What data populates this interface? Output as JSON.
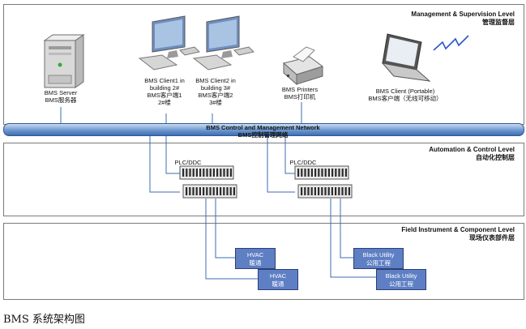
{
  "layers": {
    "management": {
      "title_en": "Management & Supervision Level",
      "title_cn": "管理监督层"
    },
    "automation": {
      "title_en": "Automation & Control Level",
      "title_cn": "自动化控制层"
    },
    "field": {
      "title_en": "Field Instrument & Component Level",
      "title_cn": "现场仪表部件层"
    }
  },
  "devices": {
    "server": {
      "line1": "BMS Server",
      "line2": "BMS服务器"
    },
    "client1": {
      "line1": "BMS Client1 in",
      "line2": "building 2#",
      "line3": "BMS客户端1",
      "line4": "2#楼"
    },
    "client2": {
      "line1": "BMS Client2 in",
      "line2": "building 3#",
      "line3": "BMS客户端2",
      "line4": "3#楼"
    },
    "printer": {
      "line1": "BMS Printers",
      "line2": "BMS打印机"
    },
    "portable": {
      "line1": "BMS Client (Portable)",
      "line2": "BMS客户端（无线可移动）"
    }
  },
  "network": {
    "line1": "BMS Control and Management Network",
    "line2": "BMS控制管理网络"
  },
  "controllers": {
    "plc1": "PLC/DDC",
    "plc2": "PLC/DDC"
  },
  "field_devices": {
    "hvac1": {
      "line1": "HVAC",
      "line2": "暖通"
    },
    "hvac2": {
      "line1": "HVAC",
      "line2": "暖通"
    },
    "black1": {
      "line1": "Black Utility",
      "line2": "公用工程"
    },
    "black2": {
      "line1": "Black Utility",
      "line2": "公用工程"
    }
  },
  "caption": "BMS 系统架构图",
  "colors": {
    "network": "#4f7fc0",
    "field_box": "#5e7fc4",
    "link_line": "#3b6db3"
  }
}
